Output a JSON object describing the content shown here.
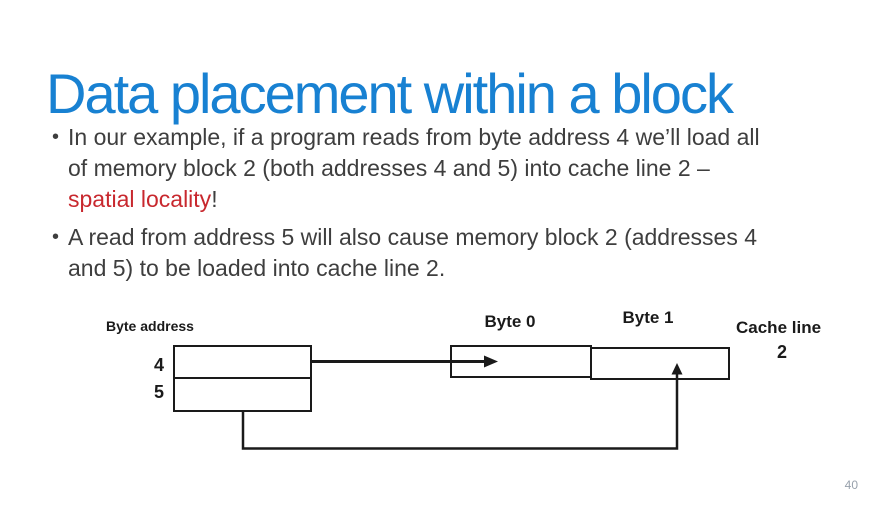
{
  "slide": {
    "title": "Data placement within a block",
    "page_number": "40",
    "bullet_char": "•"
  },
  "colors": {
    "title_blue": "#1881D2",
    "body_text": "#3E3E3E",
    "accent_red": "#C8282E",
    "diagram_ink": "#1A1A1A",
    "page_number_gray": "#98A1AC",
    "background": "#FFFFFF"
  },
  "bullets": [
    {
      "lines": [
        [
          {
            "t": "In our example, if a program reads from byte address 4 we’ll load all"
          }
        ],
        [
          {
            "t": "of memory block 2 (both addresses 4 and 5) into cache line 2 –"
          }
        ],
        [
          {
            "t": "spatial locality",
            "emphasis": "red"
          },
          {
            "t": "!"
          }
        ]
      ]
    },
    {
      "lines": [
        [
          {
            "t": "A read from address 5 will also cause memory block 2 (addresses 4"
          }
        ],
        [
          {
            "t": "and 5) to be loaded into cache line 2."
          }
        ]
      ]
    }
  ],
  "diagram": {
    "byte_address_label": "Byte address",
    "row_labels": [
      "4",
      "5"
    ],
    "byte0_label": "Byte 0",
    "byte1_label": "Byte 1",
    "cache_line_label": "Cache line",
    "cache_line_number": "2"
  }
}
